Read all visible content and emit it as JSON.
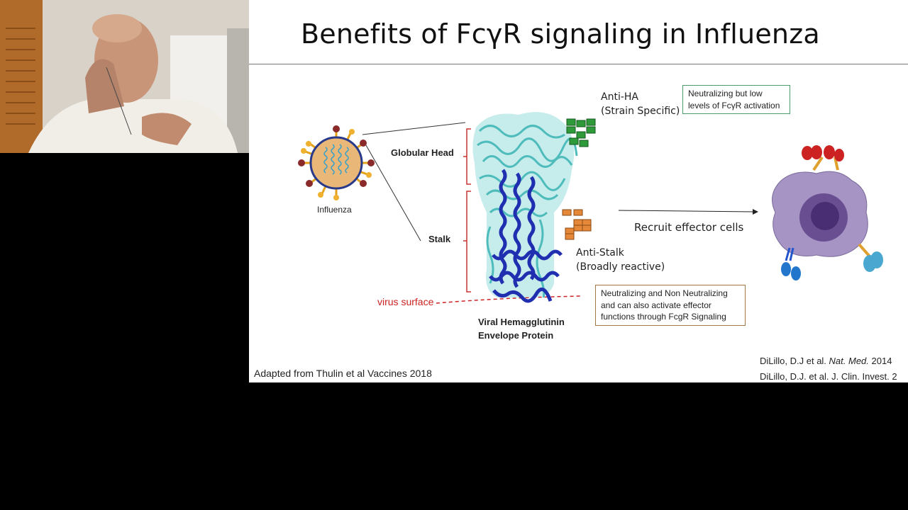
{
  "slide": {
    "title": "Benefits of FcγR signaling in Influenza",
    "labels": {
      "influenza": "Influenza",
      "globular_head": "Globular Head",
      "stalk": "Stalk",
      "virus_surface": "virus surface",
      "protein_line1": "Viral Hemagglutinin",
      "protein_line2": "Envelope Protein",
      "anti_ha_line1": "Anti-HA",
      "anti_ha_line2": "(Strain Specific)",
      "anti_stalk_line1": "Anti-Stalk",
      "anti_stalk_line2": "(Broadly reactive)",
      "recruit": "Recruit effector cells"
    },
    "boxes": {
      "anti_ha_line1": "Neutralizing but low",
      "anti_ha_line2": "levels of FcγR activation",
      "anti_stalk_line1": "Neutralizing and Non Neutralizing",
      "anti_stalk_line2": "and can also activate effector",
      "anti_stalk_line3": "functions through FcgR Signaling"
    },
    "citations": {
      "adapted": "Adapted from Thulin et al Vaccines 2018",
      "ref1_authors": "DiLillo, D.J et al. ",
      "ref1_journal": "Nat. Med.",
      "ref1_year": " 2014",
      "ref2": "DiLillo, D.J. et al. J. Clin. Invest. 2"
    },
    "colors": {
      "helix_light": "#5fc4c4",
      "helix_dark": "#1f2fb0",
      "antibody_green": "#2e9a3a",
      "antibody_orange": "#d9782a",
      "virus_surface": "#cc2222",
      "cell": "#9a86b8"
    }
  }
}
